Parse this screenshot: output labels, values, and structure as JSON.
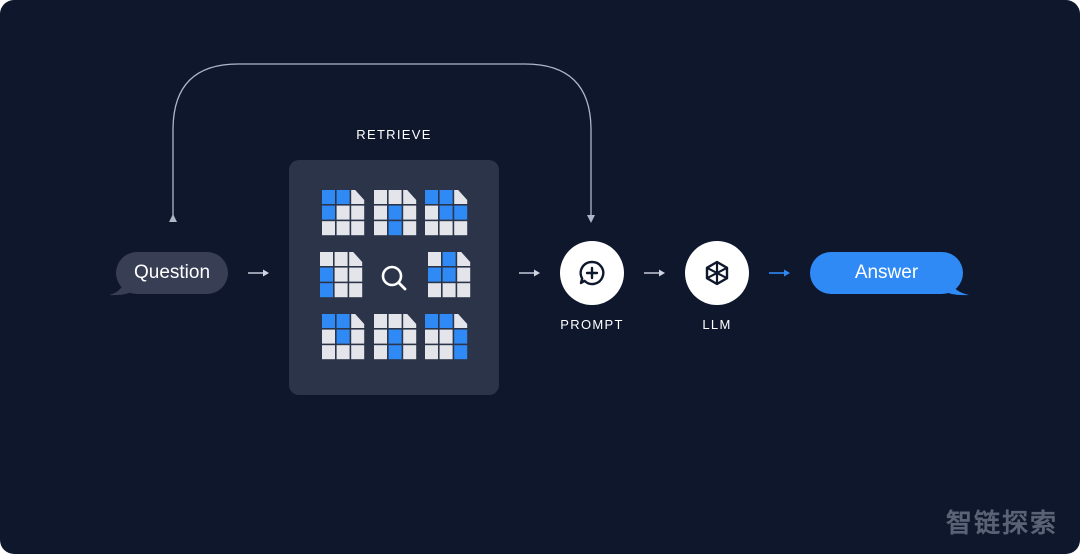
{
  "retrieve_label": "RETRIEVE",
  "question_label": "Question",
  "answer_label": "Answer",
  "prompt_label": "PROMPT",
  "llm_label": "LLM",
  "watermark": "智链探索",
  "colors": {
    "background": "#0f172d",
    "question_bubble": "#383f55",
    "answer_bubble": "#2f8af5",
    "retrieve_box": "#2b3449",
    "doc_blue": "#2f8af5",
    "doc_gray": "#e3e5ea"
  },
  "icons": {
    "documents": "document-grid-icon",
    "search": "search-icon",
    "prompt": "chat-plus-icon",
    "llm": "cube-icon"
  }
}
